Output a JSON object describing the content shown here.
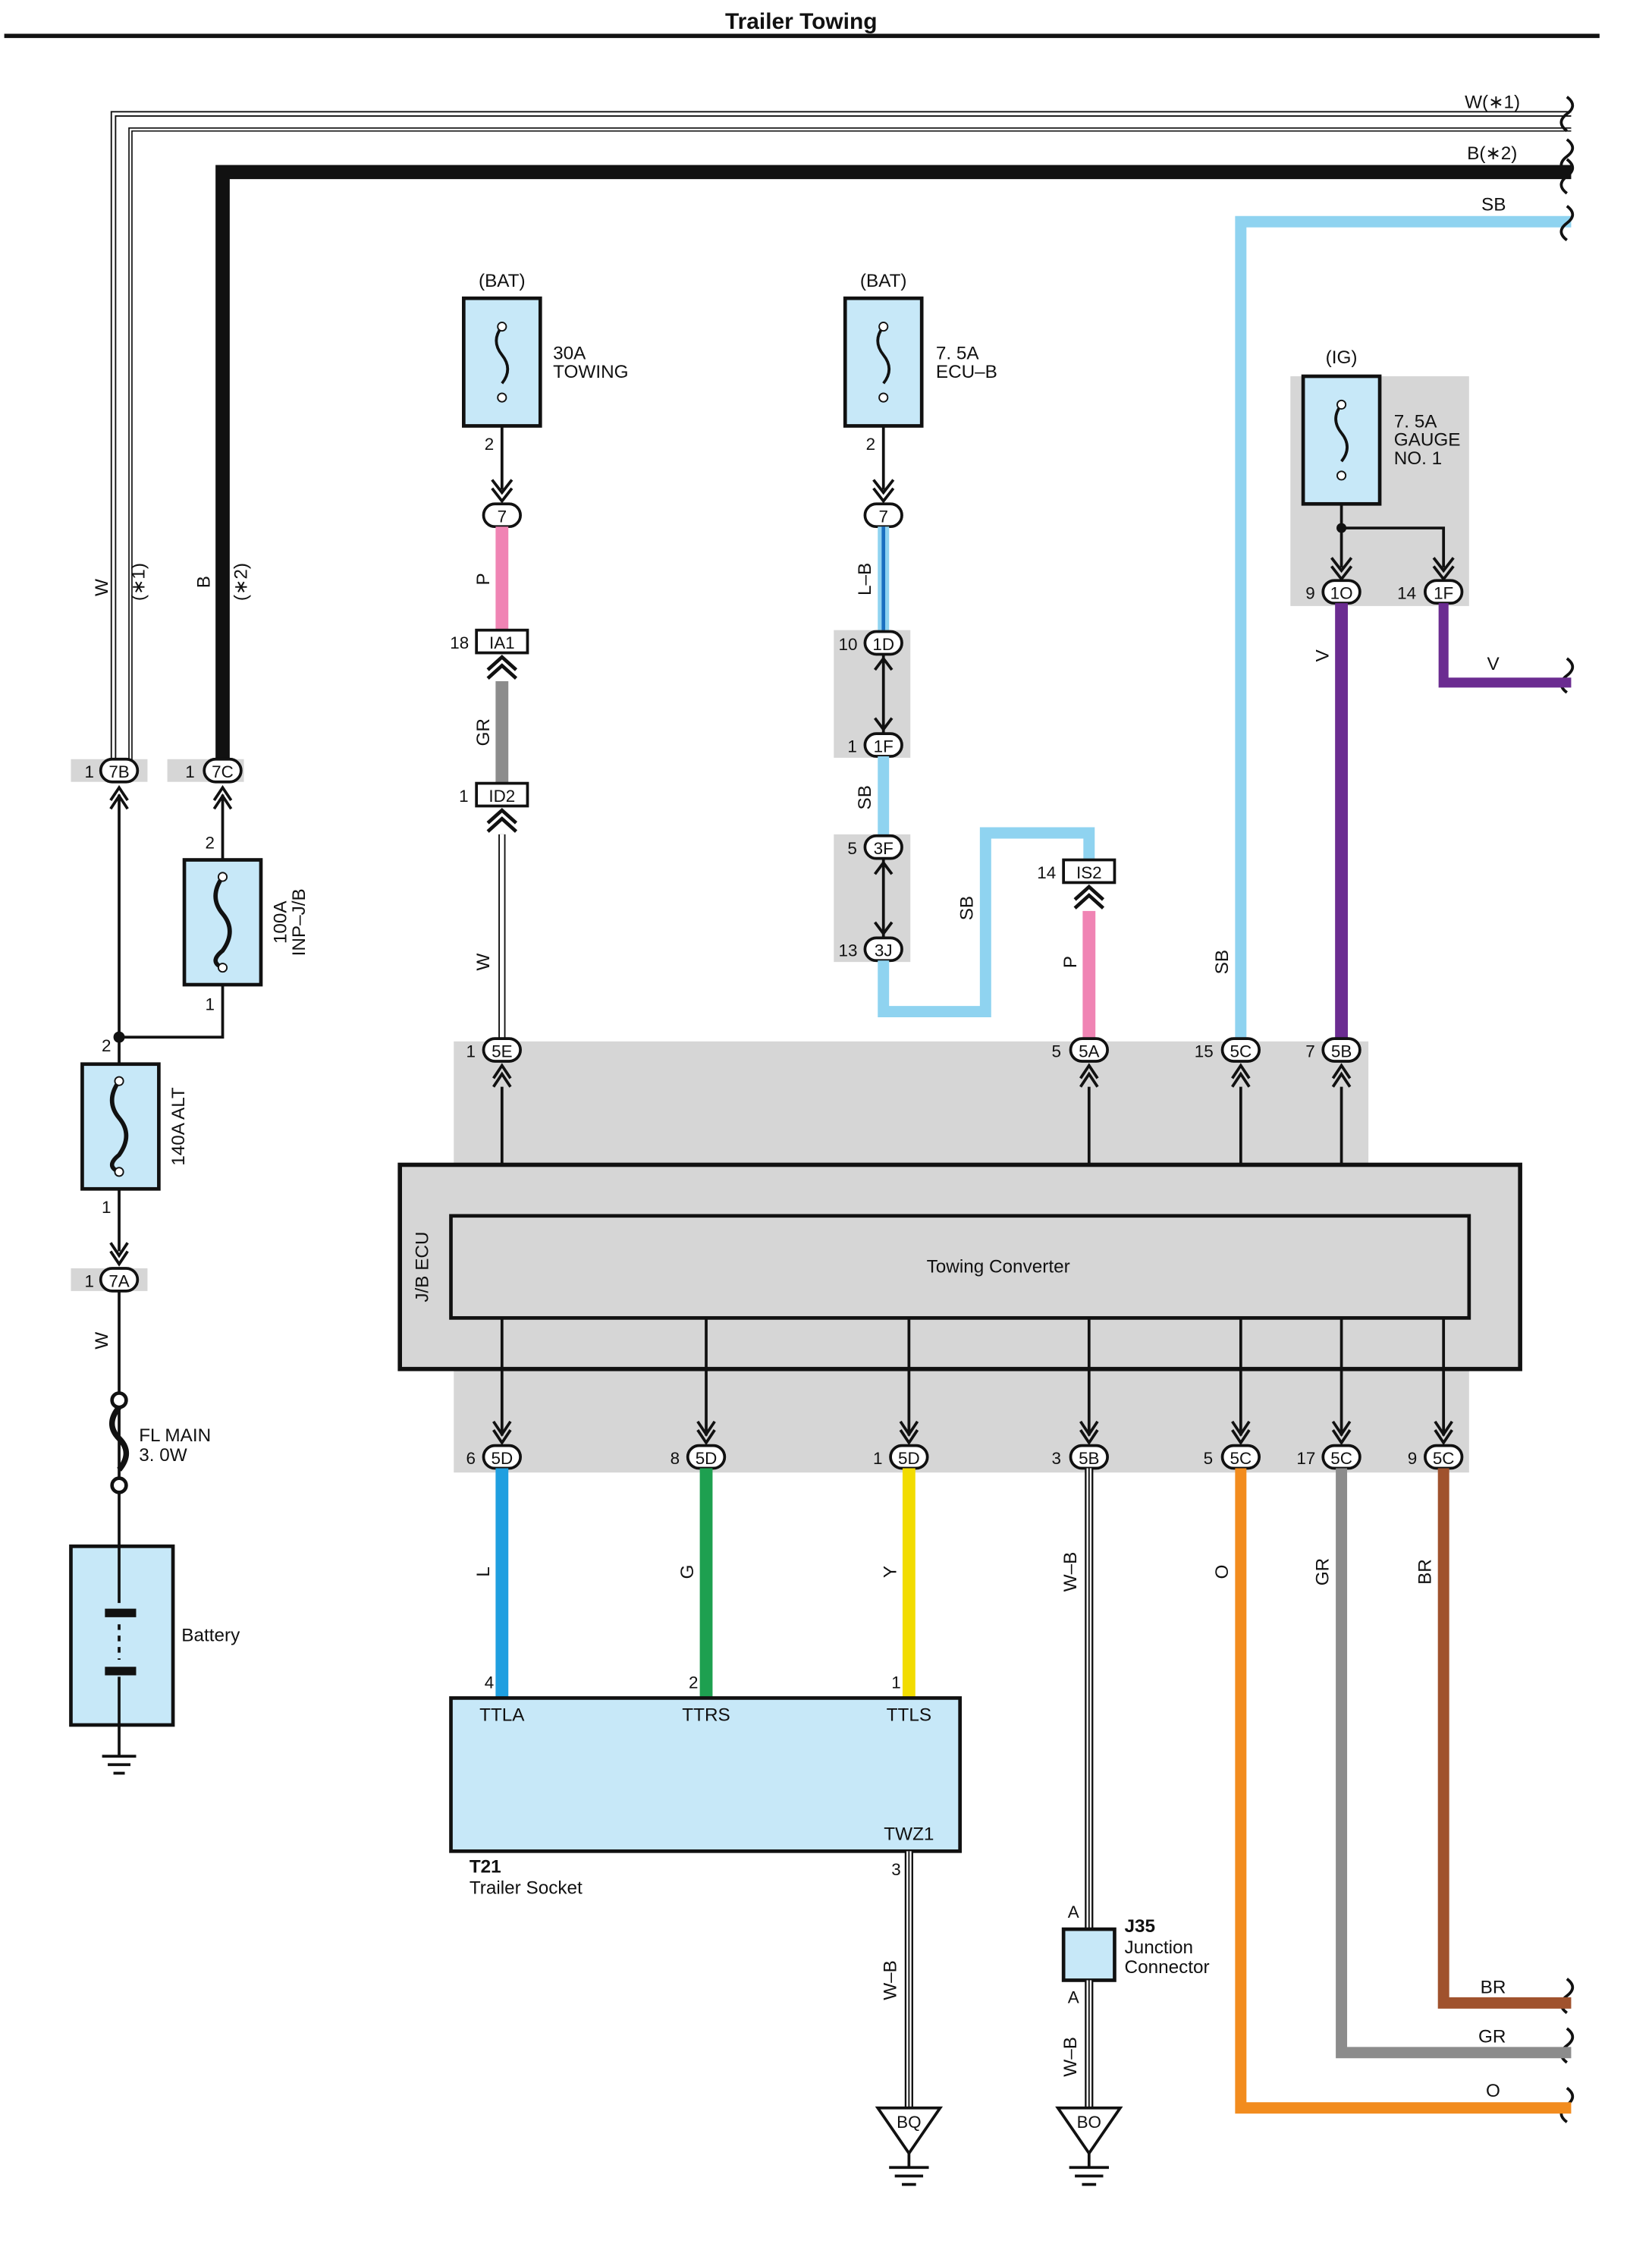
{
  "title": "Trailer Towing",
  "colors": {
    "W": "#ffffff",
    "B": "#111111",
    "SB": "#8fd3f0",
    "P": "#f084b4",
    "GR": "#8c8c8c",
    "LB": "#1a6fc0",
    "V": "#6b2c91",
    "L": "#1f9fe0",
    "G": "#1ea050",
    "Y": "#f2dc00",
    "O": "#f28c1e",
    "BR": "#a0522d",
    "fuse_fill": "#c7e8f8",
    "module_fill": "#d3d3d3",
    "socket_fill": "#c7e8f8"
  },
  "wire_labels": {
    "W_top": "W(∗1)",
    "B_top": "B(∗2)",
    "SB_top": "SB",
    "W_left": "W",
    "W_left_note": "(∗1)",
    "B_left": "B",
    "B_left_note": "(∗2)",
    "P1": "P",
    "GR1": "GR",
    "W2": "W",
    "LB": "L–B",
    "SB2": "SB",
    "SB3": "SB",
    "P2": "P",
    "SB4": "SB",
    "V1": "V",
    "V2": "V",
    "W_bat": "W",
    "L": "L",
    "G": "G",
    "Y": "Y",
    "WB1": "W–B",
    "O1": "O",
    "GR2": "GR",
    "BR1": "BR",
    "WB2": "W–B",
    "WB3": "W–B",
    "BR_end": "BR",
    "GR_end": "GR",
    "O_end": "O"
  },
  "fuses": {
    "towing": {
      "source": "(BAT)",
      "rating": "30A",
      "name": "TOWING",
      "pin": "2"
    },
    "ecub": {
      "source": "(BAT)",
      "rating": "7. 5A",
      "name": "ECU–B",
      "pin": "2"
    },
    "gauge": {
      "source": "(IG)",
      "rating": "7. 5A",
      "name": "GAUGE",
      "name2": "NO. 1"
    },
    "inpjb": {
      "rating": "100A",
      "name": "INP–J/B",
      "pin_top": "2",
      "pin_bottom": "1"
    },
    "alt": {
      "rating": "140A ALT",
      "pin_top": "2",
      "pin_bottom": "1"
    },
    "flmain": {
      "name": "FL MAIN",
      "rating": "3. 0W"
    }
  },
  "connectors": {
    "c7_towing": "7",
    "c7_ecub": "7",
    "ia1": {
      "pin": "18",
      "id": "IA1"
    },
    "id2": {
      "pin": "1",
      "id": "ID2"
    },
    "d1": {
      "pin": "10",
      "id": "1D"
    },
    "f1": {
      "pin": "1",
      "id": "1F"
    },
    "f3": {
      "pin": "5",
      "id": "3F"
    },
    "j3": {
      "pin": "13",
      "id": "3J"
    },
    "is2": {
      "pin": "14",
      "id": "IS2"
    },
    "o1": {
      "pin": "9",
      "id": "1O"
    },
    "f1g": {
      "pin": "14",
      "id": "1F"
    },
    "b7": {
      "pin": "1",
      "id": "7B"
    },
    "c7": {
      "pin": "1",
      "id": "7C"
    },
    "a7": {
      "pin": "1",
      "id": "7A"
    },
    "top_5e": {
      "pin": "1",
      "id": "5E"
    },
    "top_5a": {
      "pin": "5",
      "id": "5A"
    },
    "top_5c": {
      "pin": "15",
      "id": "5C"
    },
    "top_5b": {
      "pin": "7",
      "id": "5B"
    },
    "bot": [
      {
        "pin": "6",
        "id": "5D"
      },
      {
        "pin": "8",
        "id": "5D"
      },
      {
        "pin": "1",
        "id": "5D"
      },
      {
        "pin": "3",
        "id": "5B"
      },
      {
        "pin": "5",
        "id": "5C"
      },
      {
        "pin": "17",
        "id": "5C"
      },
      {
        "pin": "9",
        "id": "5C"
      }
    ]
  },
  "ecu": {
    "outer": "J/B ECU",
    "inner": "Towing Converter"
  },
  "battery": {
    "label": "Battery"
  },
  "socket": {
    "code": "T21",
    "name": "Trailer Socket",
    "pins": [
      {
        "num": "4",
        "name": "TTLA"
      },
      {
        "num": "2",
        "name": "TTRS"
      },
      {
        "num": "1",
        "name": "TTLS"
      }
    ],
    "twz1": "TWZ1",
    "twz1_pin": "3"
  },
  "junction": {
    "code": "J35",
    "line1": "Junction",
    "line2": "Connector",
    "pin_a1": "A",
    "pin_a2": "A"
  },
  "grounds": {
    "bq": "BQ",
    "bo": "BO"
  }
}
